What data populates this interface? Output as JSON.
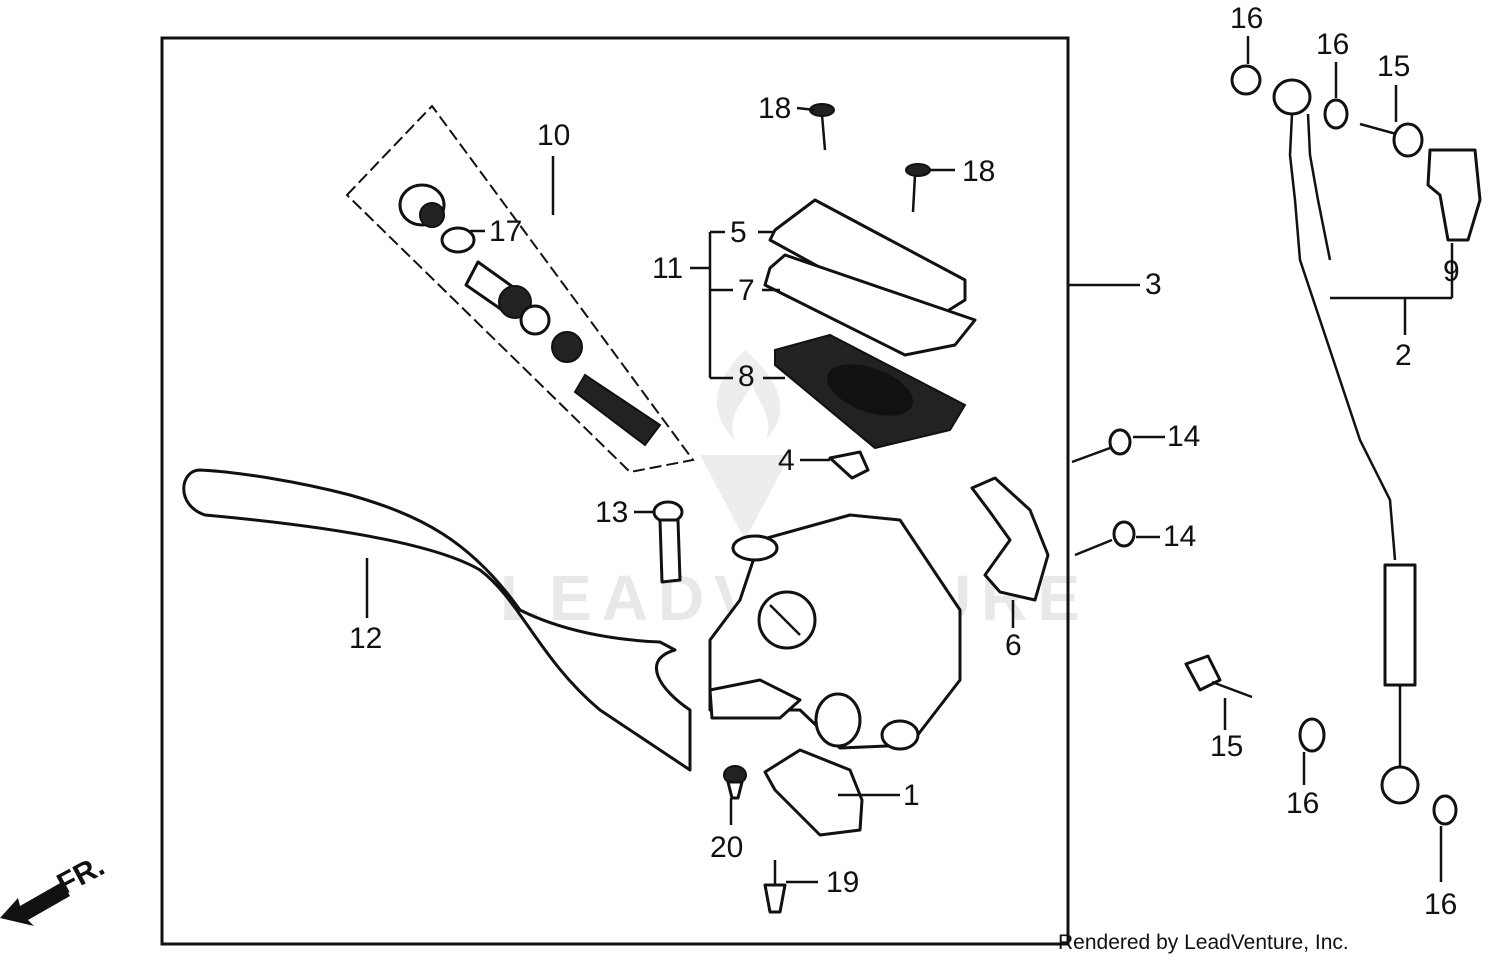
{
  "callouts": [
    {
      "id": "c1",
      "text": "1"
    },
    {
      "id": "c2",
      "text": "2"
    },
    {
      "id": "c3",
      "text": "3"
    },
    {
      "id": "c4",
      "text": "4"
    },
    {
      "id": "c5",
      "text": "5"
    },
    {
      "id": "c6",
      "text": "6"
    },
    {
      "id": "c7",
      "text": "7"
    },
    {
      "id": "c8",
      "text": "8"
    },
    {
      "id": "c9",
      "text": "9"
    },
    {
      "id": "c10",
      "text": "10"
    },
    {
      "id": "c11",
      "text": "11"
    },
    {
      "id": "c12",
      "text": "12"
    },
    {
      "id": "c13",
      "text": "13"
    },
    {
      "id": "c14a",
      "text": "14"
    },
    {
      "id": "c14b",
      "text": "14"
    },
    {
      "id": "c15a",
      "text": "15"
    },
    {
      "id": "c15b",
      "text": "15"
    },
    {
      "id": "c16a",
      "text": "16"
    },
    {
      "id": "c16b",
      "text": "16"
    },
    {
      "id": "c16c",
      "text": "16"
    },
    {
      "id": "c16d",
      "text": "16"
    },
    {
      "id": "c17",
      "text": "17"
    },
    {
      "id": "c18a",
      "text": "18"
    },
    {
      "id": "c18b",
      "text": "18"
    },
    {
      "id": "c19",
      "text": "19"
    },
    {
      "id": "c20",
      "text": "20"
    }
  ],
  "direction_marker": "FR.",
  "watermark": "LEADVENTURE",
  "credit": "Rendered by LeadVenture, Inc.",
  "icons": [
    "front-direction-arrow-icon",
    "leadventure-watermark-logo"
  ]
}
